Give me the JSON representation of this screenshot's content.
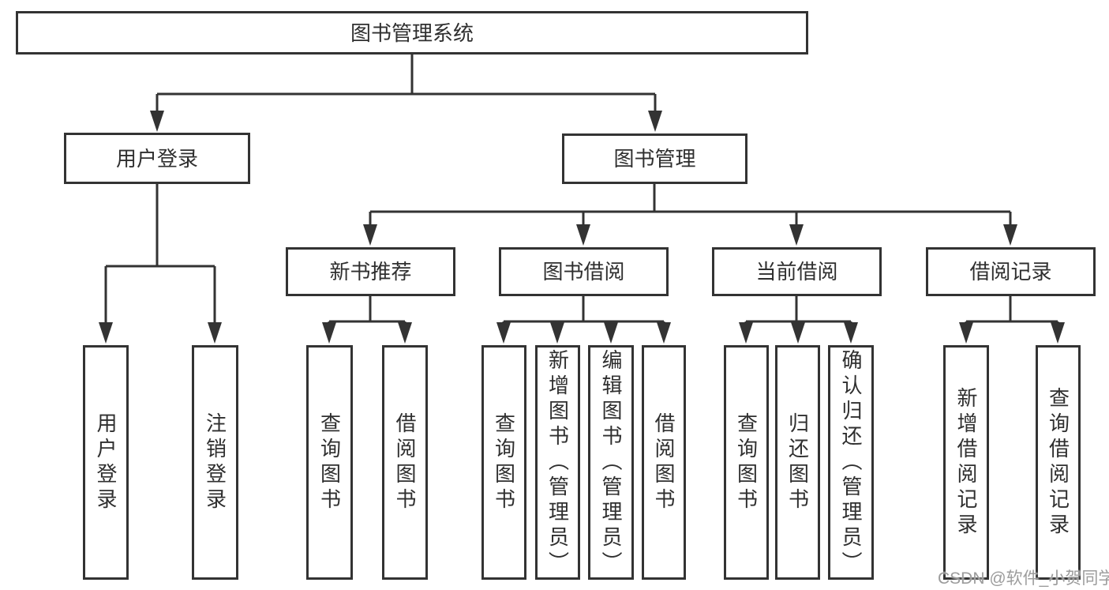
{
  "tree": {
    "label": "图书管理系统",
    "children": [
      {
        "label": "用户登录",
        "children": [
          {
            "label": "用户登录"
          },
          {
            "label": "注销登录"
          }
        ]
      },
      {
        "label": "图书管理",
        "children": [
          {
            "label": "新书推荐",
            "children": [
              {
                "label": "查询图书"
              },
              {
                "label": "借阅图书"
              }
            ]
          },
          {
            "label": "图书借阅",
            "children": [
              {
                "label": "查询图书"
              },
              {
                "label": "新增图书（管理员）"
              },
              {
                "label": "编辑图书（管理员）"
              },
              {
                "label": "借阅图书"
              }
            ]
          },
          {
            "label": "当前借阅",
            "children": [
              {
                "label": "查询图书"
              },
              {
                "label": "归还图书"
              },
              {
                "label": "确认归还（管理员）"
              }
            ]
          },
          {
            "label": "借阅记录",
            "children": [
              {
                "label": "新增借阅记录"
              },
              {
                "label": "查询借阅记录"
              }
            ]
          }
        ]
      }
    ]
  },
  "watermark": "CSDN @软件_小贺同学",
  "colors": {
    "line": "#333333",
    "text": "#2f2f2f",
    "watermark": "#9c9c9c",
    "background": "#ffffff"
  }
}
